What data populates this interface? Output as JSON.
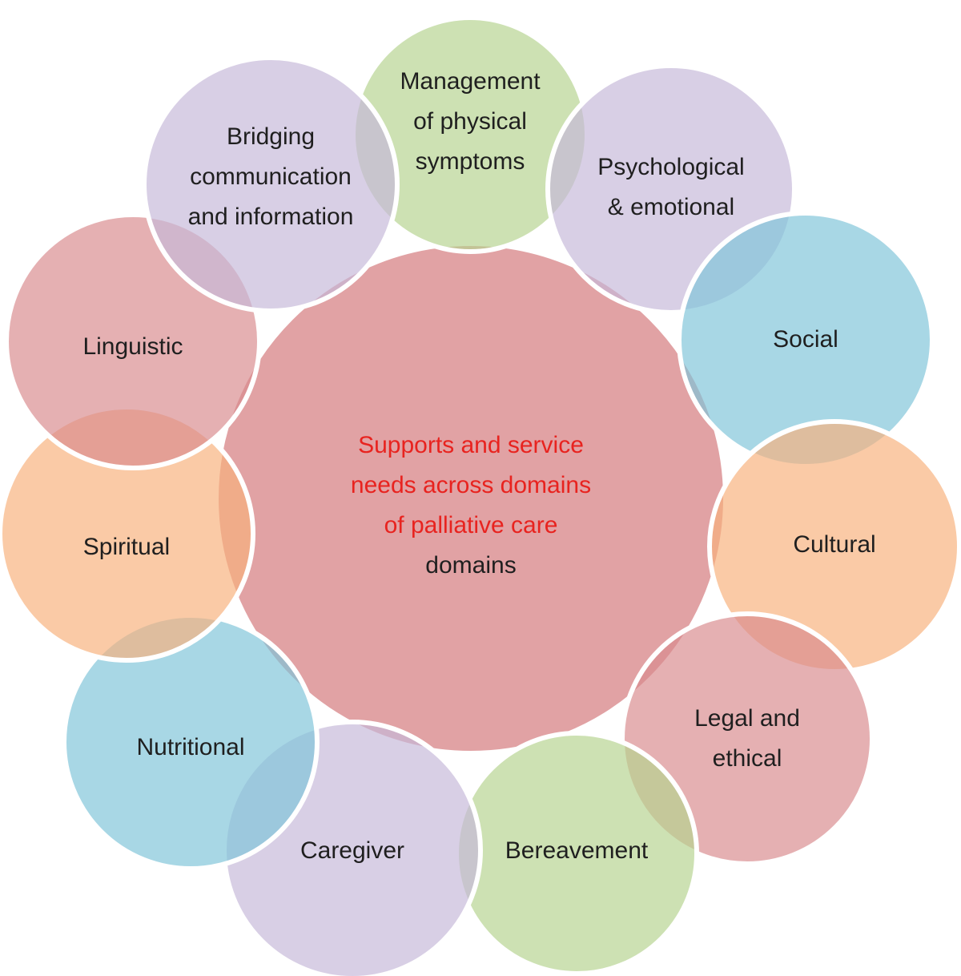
{
  "center": {
    "lines": [
      {
        "text": "Supports and service",
        "color": "#e8231f"
      },
      {
        "text": "needs across domains",
        "color": "#e8231f"
      },
      {
        "text": "of palliative care",
        "color": "#e8231f"
      },
      {
        "text": "domains",
        "color": "#1f1f1f"
      }
    ],
    "fill": "#d98b8d"
  },
  "domains": [
    {
      "id": "management",
      "lines": [
        "Management",
        "of physical",
        "symptoms"
      ],
      "fill": "#b6d38f"
    },
    {
      "id": "psychological",
      "lines": [
        "Psychological",
        "& emotional"
      ],
      "fill": "#c6b8d8"
    },
    {
      "id": "social",
      "lines": [
        "Social"
      ],
      "fill": "#7fc4d8"
    },
    {
      "id": "cultural",
      "lines": [
        "Cultural"
      ],
      "fill": "#f7b17c"
    },
    {
      "id": "legal",
      "lines": [
        "Legal and",
        "ethical"
      ],
      "fill": "#d98b8d"
    },
    {
      "id": "bereavement",
      "lines": [
        "Bereavement"
      ],
      "fill": "#b6d38f"
    },
    {
      "id": "caregiver",
      "lines": [
        "Caregiver"
      ],
      "fill": "#c6b8d8"
    },
    {
      "id": "nutritional",
      "lines": [
        "Nutritional"
      ],
      "fill": "#7fc4d8"
    },
    {
      "id": "spiritual",
      "lines": [
        "Spiritual"
      ],
      "fill": "#f7b17c"
    },
    {
      "id": "linguistic",
      "lines": [
        "Linguistic"
      ],
      "fill": "#d98b8d"
    },
    {
      "id": "bridging",
      "lines": [
        "Bridging",
        "communication",
        "and information"
      ],
      "fill": "#c6b8d8"
    }
  ]
}
